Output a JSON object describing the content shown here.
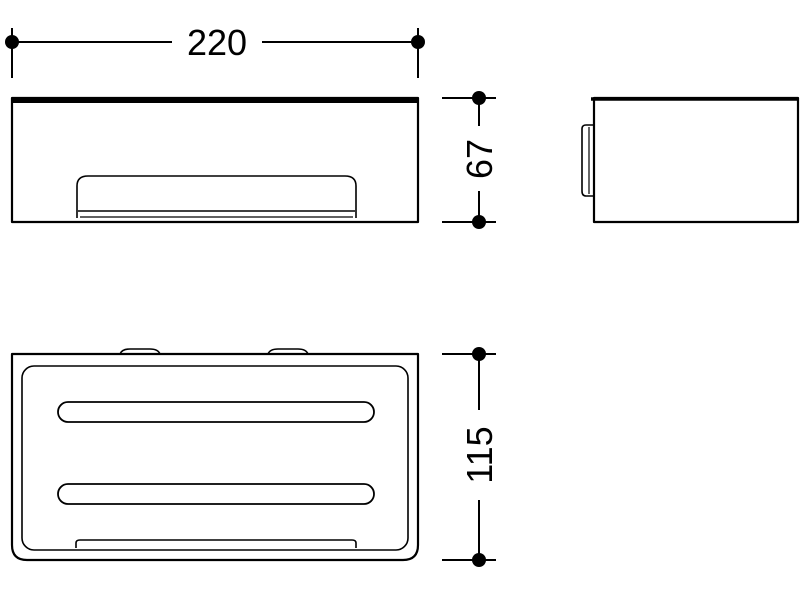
{
  "dimensions": {
    "width": "220",
    "height": "67",
    "depth": "115"
  },
  "colors": {
    "line": "#000000",
    "background": "#ffffff"
  }
}
